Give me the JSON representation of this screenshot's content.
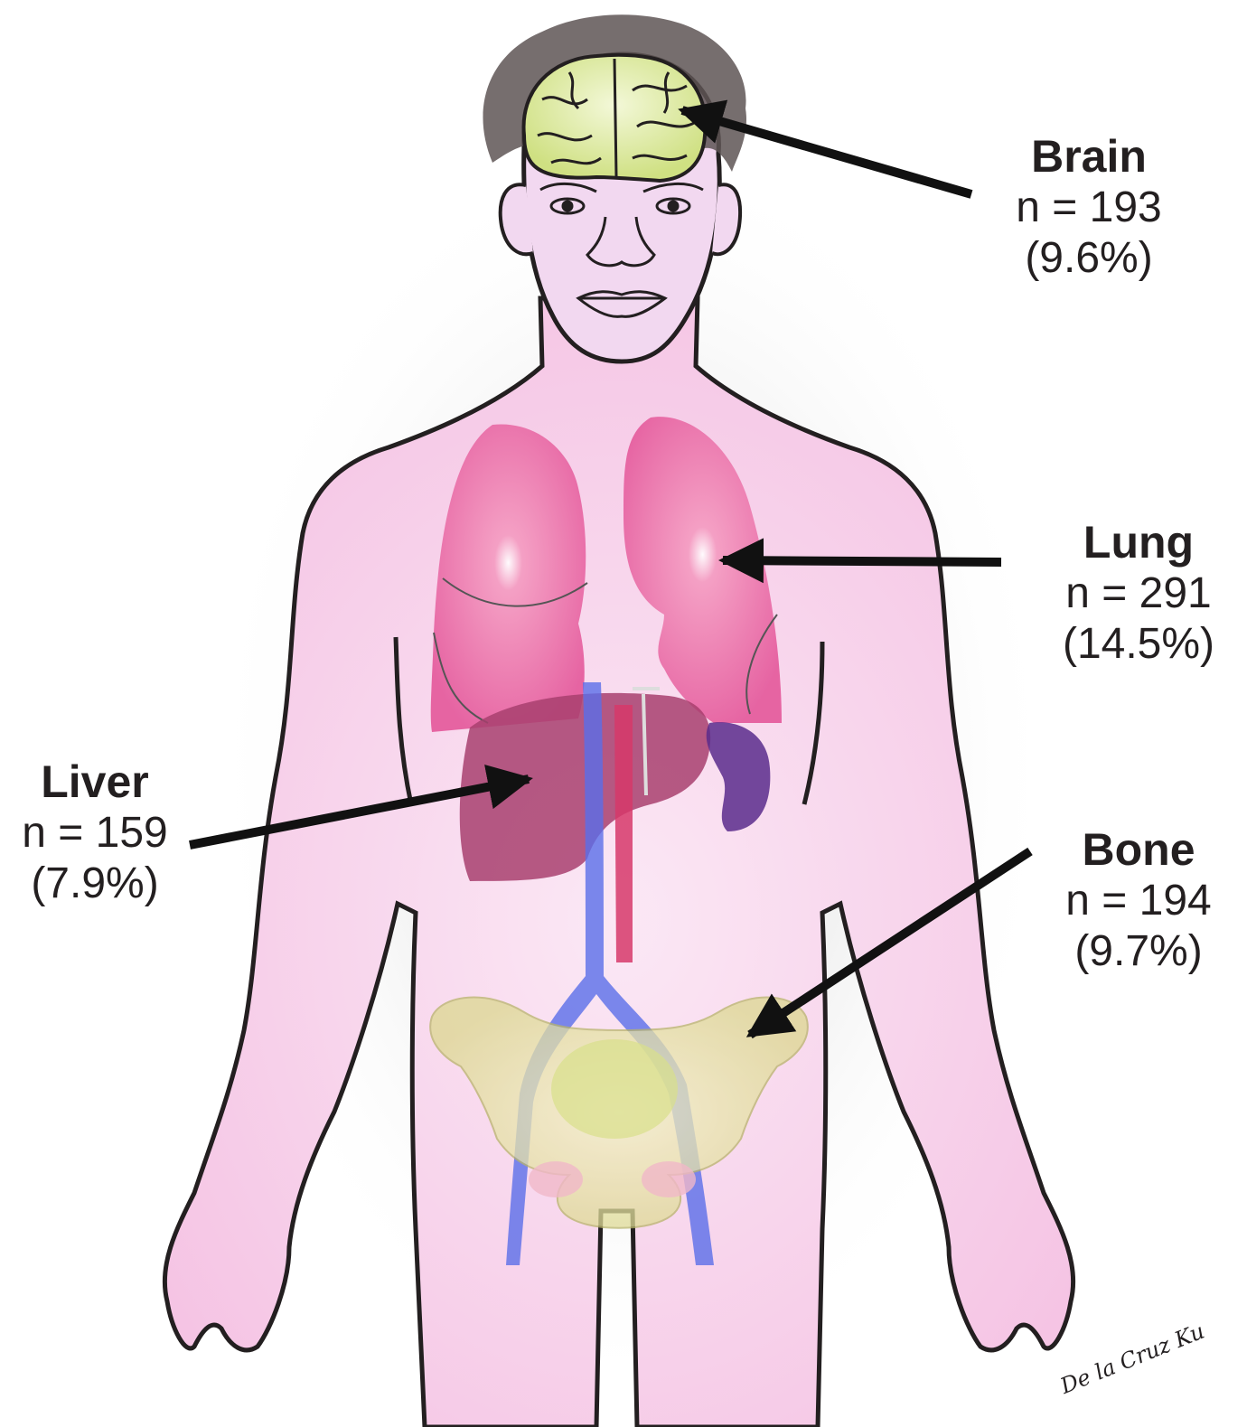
{
  "labels": {
    "brain": {
      "name": "Brain",
      "n": "n = 193",
      "pct": "(9.6%)"
    },
    "lung": {
      "name": "Lung",
      "n": "n = 291",
      "pct": "(14.5%)"
    },
    "liver": {
      "name": "Liver",
      "n": "n = 159",
      "pct": "(7.9%)"
    },
    "bone": {
      "name": "Bone",
      "n": "n = 194",
      "pct": "(9.7%)"
    }
  },
  "signature": "De la Cruz Ku",
  "colors": {
    "skin": "#f5c6e6",
    "outline": "#231f20",
    "brain": "#d9e89a",
    "hair": "#5e5555",
    "lung": "#e9609a",
    "liver": "#a8406e",
    "spleen": "#5a2b8c",
    "vein": "#5a6ee8",
    "artery": "#d6386a",
    "bone": "#e6e2a6"
  }
}
